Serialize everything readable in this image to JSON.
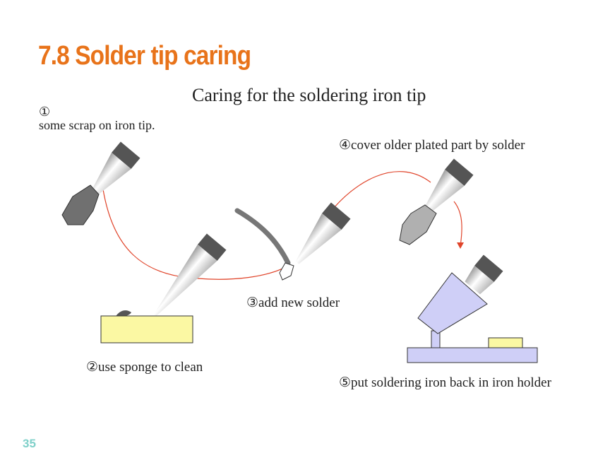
{
  "slide": {
    "title": "7.8 Solder tip caring",
    "title_color": "#e8731a",
    "page_number": "35",
    "page_number_color": "#7fd0c9"
  },
  "diagram": {
    "title": "Caring for the soldering iron tip",
    "step1_number": "①",
    "step1_text": "some scrap on iron tip.",
    "step2_text": "②use sponge to clean",
    "step3_text": "③add new solder",
    "step4_text": "④cover older plated part by solder",
    "step5_text": "⑤put soldering iron back in iron holder"
  },
  "colors": {
    "arrow": "#e0442a",
    "sponge": "#fbf8a3",
    "holder": "#cfcff7",
    "iron_block": "#555555"
  }
}
